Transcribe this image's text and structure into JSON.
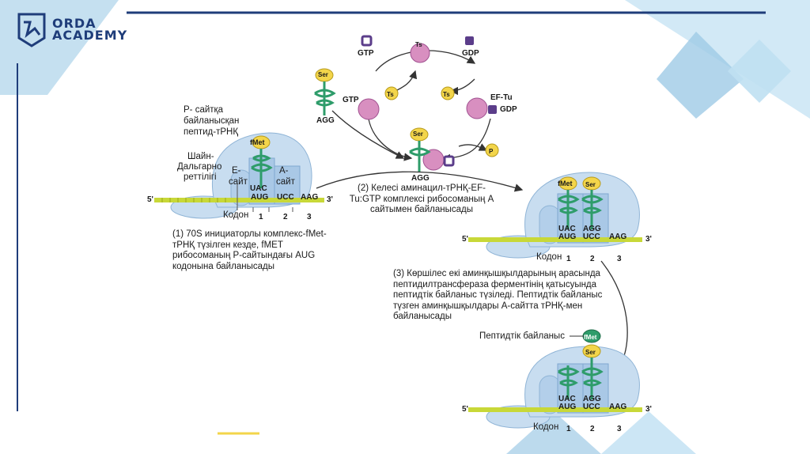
{
  "brand": {
    "line1": "ORDA",
    "line2": "ACADEMY",
    "color": "#1f3d7a"
  },
  "colors": {
    "accent_blue": "#9fcbe6",
    "navy": "#1f3d7a",
    "ribosome": "#c8ddf0",
    "trna": "#2e9c6a",
    "mrna": "#c8d838",
    "highlight": "#f3d54a"
  },
  "labels": {
    "p_site_bound": [
      "P- сайтқа",
      "байланысқан",
      "пептид-тРНҚ"
    ],
    "shine_dalgarno": [
      "Шайн-",
      "Дальгарно",
      "реттілігі"
    ],
    "e_site": [
      "E-",
      "сайт"
    ],
    "a_site": [
      "A-",
      "сайт"
    ],
    "codon": "Кодон",
    "peptide_bond": "Пептидтік байланыс",
    "fmet": "fMet",
    "ser": "Ser",
    "ts": "Ts",
    "gtp": "GTP",
    "gdp": "GDP",
    "ef_tu": "EF-Tu",
    "p": "P",
    "anticodon_fmet": "UAC",
    "anticodon_ser": "AGG",
    "mrna": {
      "five": "5'",
      "three": "3'",
      "aug": "AUG",
      "ucc": "UCC",
      "aag": "AAG"
    },
    "codon_numbers": [
      "1",
      "2",
      "3"
    ]
  },
  "captions": {
    "step1": "(1) 70S инициаторлы комплекс-fMet-тРНҚ түзілген кезде, fMET рибосоманың Р-сайтындағы AUG кодонына байланысады",
    "step2": "(2) Келесі аминацил-тРНҚ-EF-Tu:GTP комплексі рибосоманың А сайтымен байланысады",
    "step3": "(3) Көршілес екі аминқышқылдарының арасында пептидилтрансфераза ферментінің қатысуында пептидтік байланыс түзіледі. Пептидтік байланыс түзген аминқышқылдары А-сайтта тРНҚ-мен байланысады"
  }
}
